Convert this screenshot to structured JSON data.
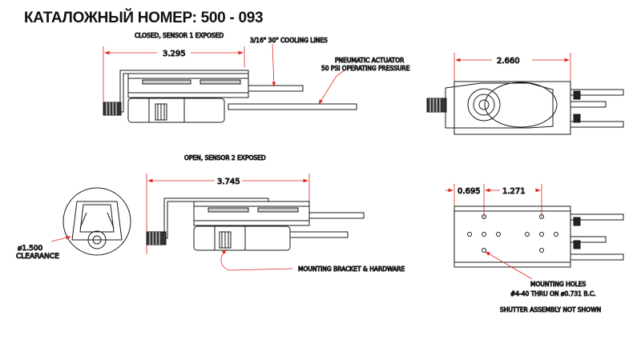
{
  "header": {
    "catalog_title": "КАТАЛОЖНЫЙ НОМЕР: 500 - 093"
  },
  "views": {
    "top_left": {
      "caption": "CLOSED, SENSOR 1 EXPOSED",
      "dimension": "3.295",
      "cooling_label": "3/16\" 30\" COOLING LINES",
      "actuator_label_line1": "PNEUMATIC ACTUATOR",
      "actuator_label_line2": "50 PSI OPERATING PRESSURE"
    },
    "top_right": {
      "dimension": "2.660"
    },
    "middle_left": {
      "caption": "OPEN, SENSOR 2 EXPOSED",
      "dimension": "3.745",
      "bracket_label": "MOUNTING BRACKET & HARDWARE"
    },
    "bottom_left": {
      "clearance_line1": "ø1.500",
      "clearance_line2": "CLEARANCE"
    },
    "bottom_right": {
      "dimension_a": "0.695",
      "dimension_b": "1.271",
      "holes_line1": "MOUNTING HOLES",
      "holes_line2": "#4-40 THRU ON ø0.731 B.C.",
      "note": "SHUTTER ASSEMBLY NOT SHOWN"
    }
  },
  "colors": {
    "annotation": "#e0281e",
    "line": "#1a1a1a",
    "text": "#111111"
  }
}
